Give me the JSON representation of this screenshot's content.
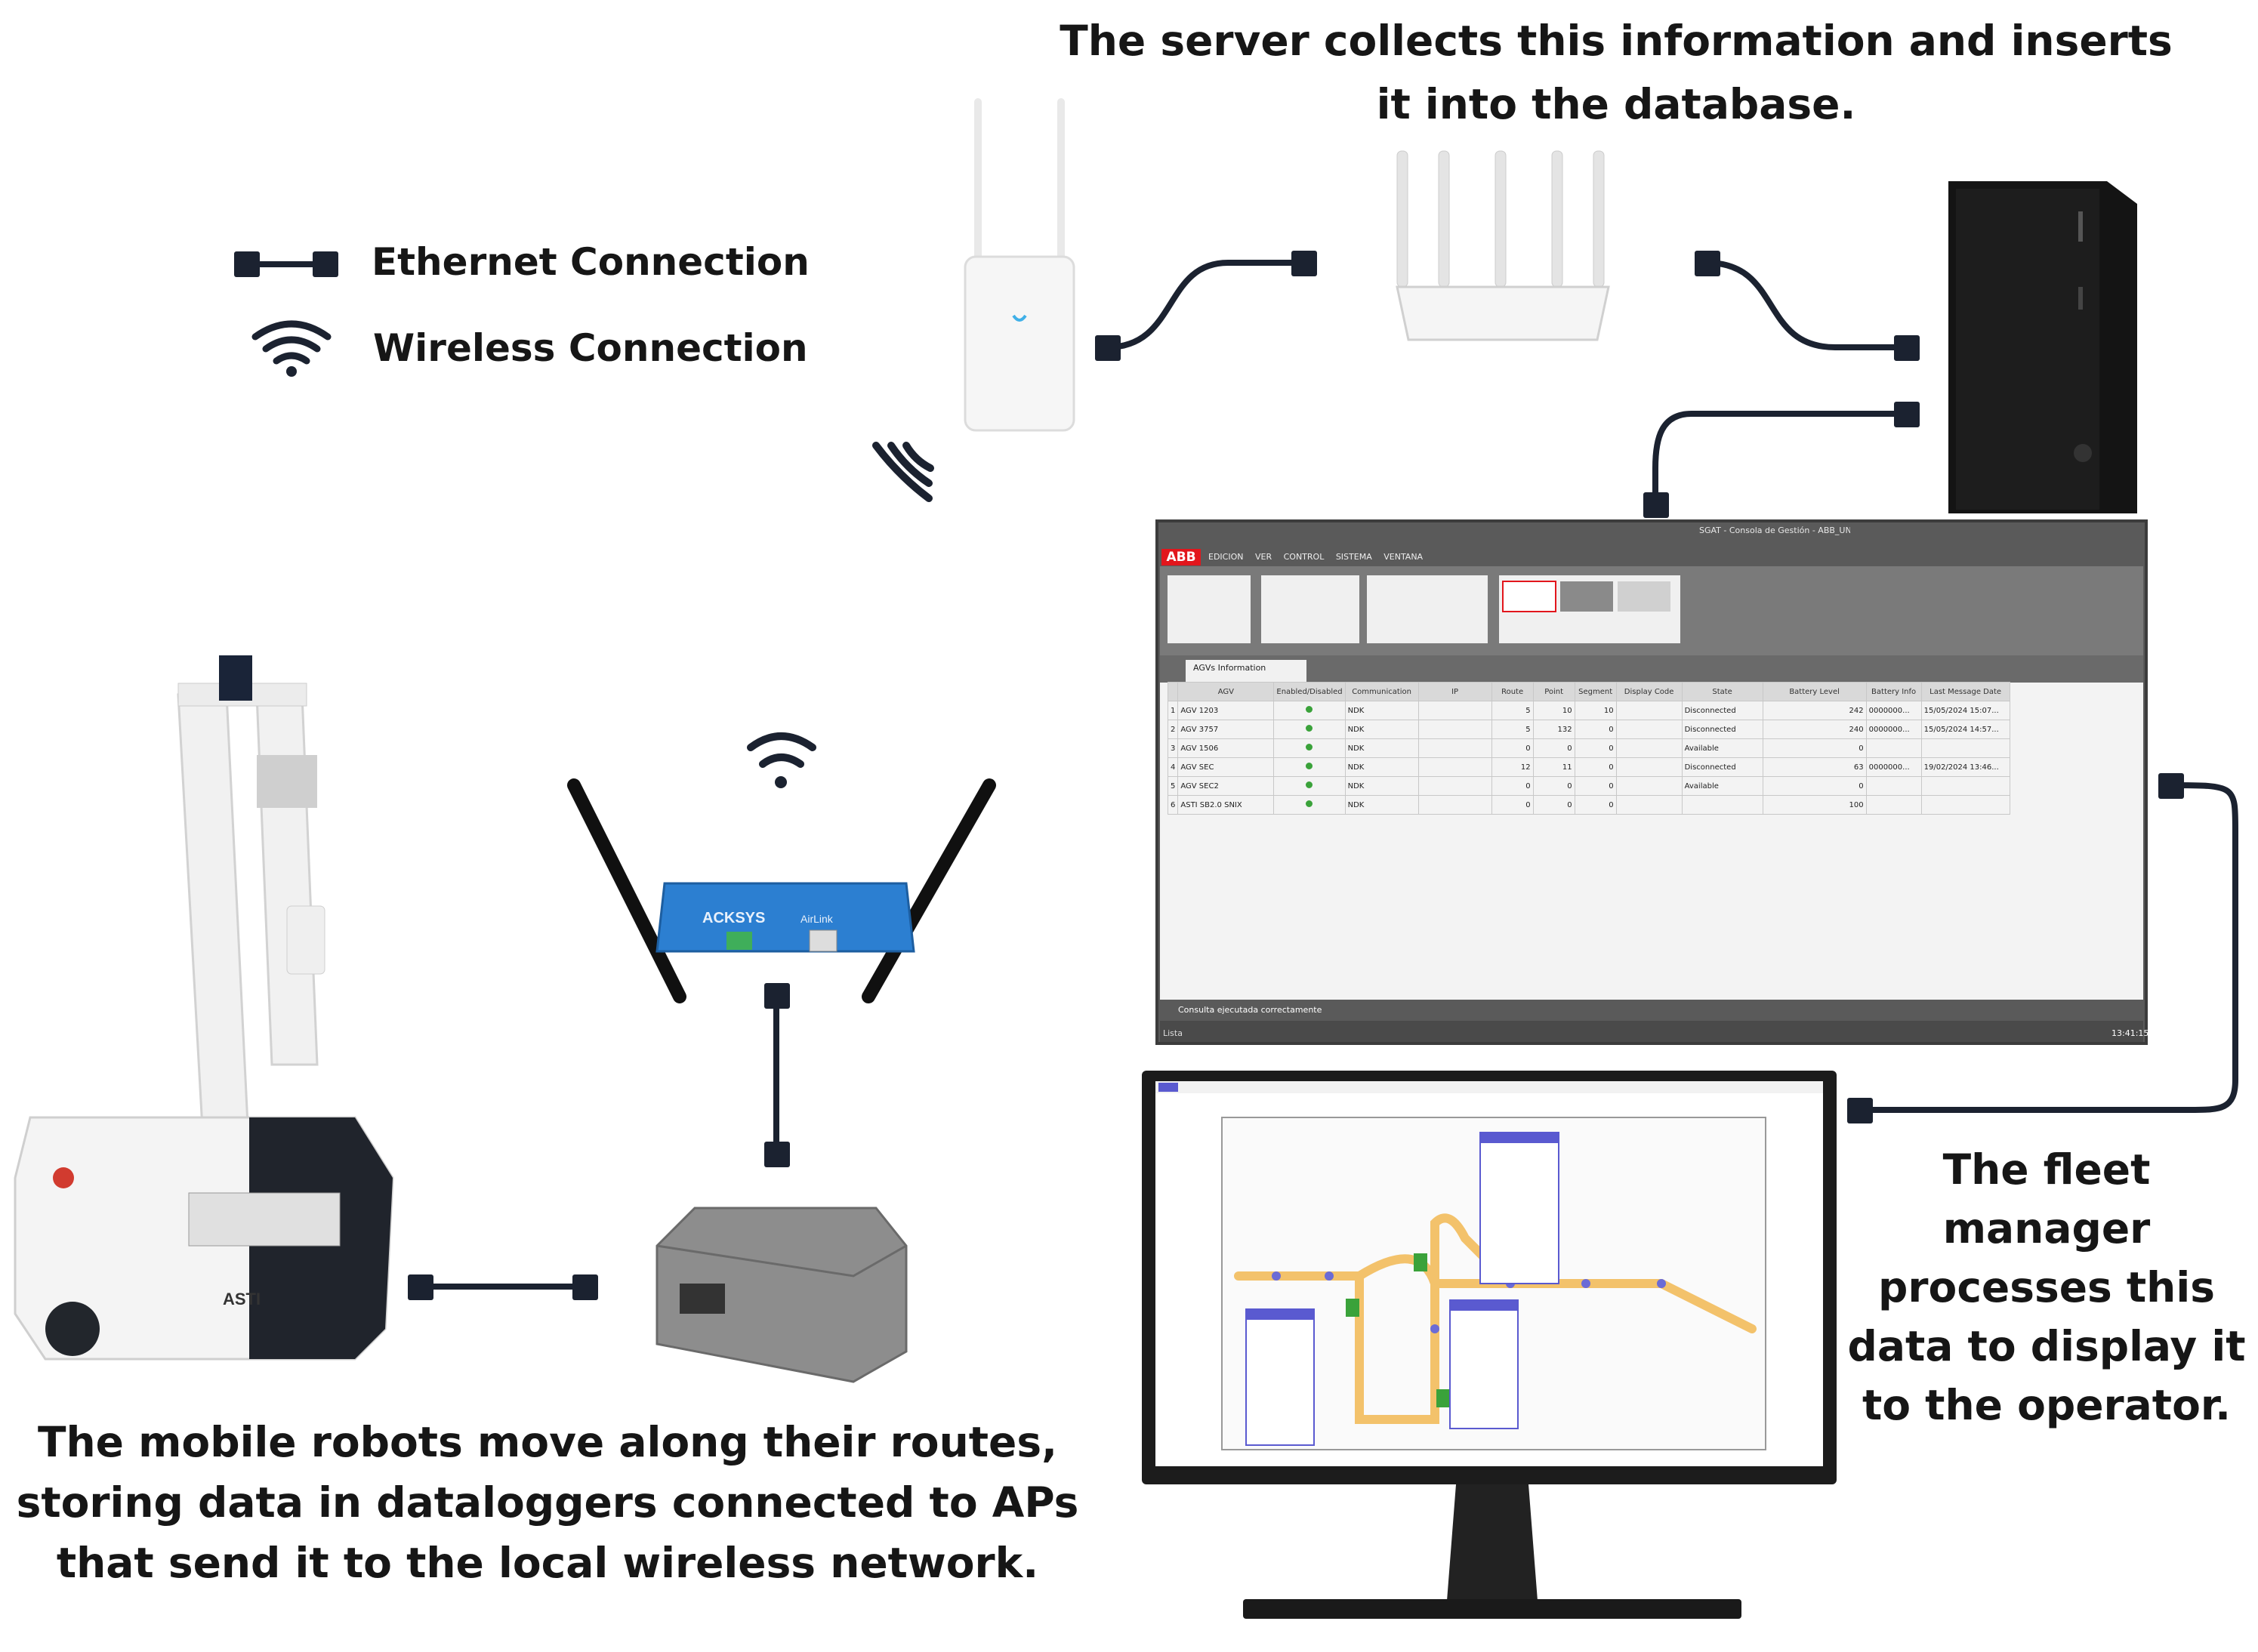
{
  "captions": {
    "server": "The server collects this information and inserts it into the database.",
    "robots": "The mobile robots move along their routes, storing data in dataloggers connected to APs that send it to the local wireless network.",
    "fleet": "The fleet manager processes this data to display it to the operator."
  },
  "legend": {
    "ethernet": "Ethernet Connection",
    "wireless": "Wireless Connection"
  },
  "devices": {
    "ap_brand": "ACKSYS",
    "ap_model": "AirLink",
    "robot_label": "ASTI"
  },
  "sgat": {
    "logo": "ABB",
    "title": "SGAT - Consola de Gestión - ABB_UN",
    "menu": [
      "EDICION",
      "VER",
      "CONTROL",
      "SISTEMA",
      "VENTANA"
    ],
    "tab": "AGVs Information",
    "status": "Consulta ejecutada correctamente",
    "footer": "Lista",
    "time": "13:41:15",
    "columns": [
      "AGV",
      "Enabled/Disabled",
      "Communication",
      "IP",
      "Route",
      "Point",
      "Segment",
      "Display Code",
      "State",
      "Battery Level",
      "Battery Info",
      "Last Message Date"
    ],
    "rows": [
      {
        "n": "1",
        "agv": "AGV 1203",
        "comm": "NDK",
        "route": "5",
        "point": "10",
        "segment": "10",
        "state": "Disconnected",
        "battery": "242",
        "info": "0000000...",
        "date": "15/05/2024 15:07..."
      },
      {
        "n": "2",
        "agv": "AGV 3757",
        "comm": "NDK",
        "route": "5",
        "point": "132",
        "segment": "0",
        "state": "Disconnected",
        "battery": "240",
        "info": "0000000...",
        "date": "15/05/2024 14:57..."
      },
      {
        "n": "3",
        "agv": "AGV 1506",
        "comm": "NDK",
        "route": "0",
        "point": "0",
        "segment": "0",
        "state": "Available",
        "battery": "0",
        "info": "",
        "date": ""
      },
      {
        "n": "4",
        "agv": "AGV SEC",
        "comm": "NDK",
        "route": "12",
        "point": "11",
        "segment": "0",
        "state": "Disconnected",
        "battery": "63",
        "info": "0000000...",
        "date": "19/02/2024 13:46..."
      },
      {
        "n": "5",
        "agv": "AGV SEC2",
        "comm": "NDK",
        "route": "0",
        "point": "0",
        "segment": "0",
        "state": "Available",
        "battery": "0",
        "info": "",
        "date": ""
      },
      {
        "n": "6",
        "agv": "ASTI SB2.0 SNIX",
        "comm": "NDK",
        "route": "0",
        "point": "0",
        "segment": "0",
        "state": "",
        "battery": "100",
        "info": "",
        "date": ""
      }
    ]
  },
  "colors": {
    "ink": "#1b2230",
    "route": "#f3c26b",
    "node": "#6b6bd6",
    "agv": "#3aa23a",
    "logo_red": "#e2161c",
    "ap_blue": "#2c7fd1"
  }
}
